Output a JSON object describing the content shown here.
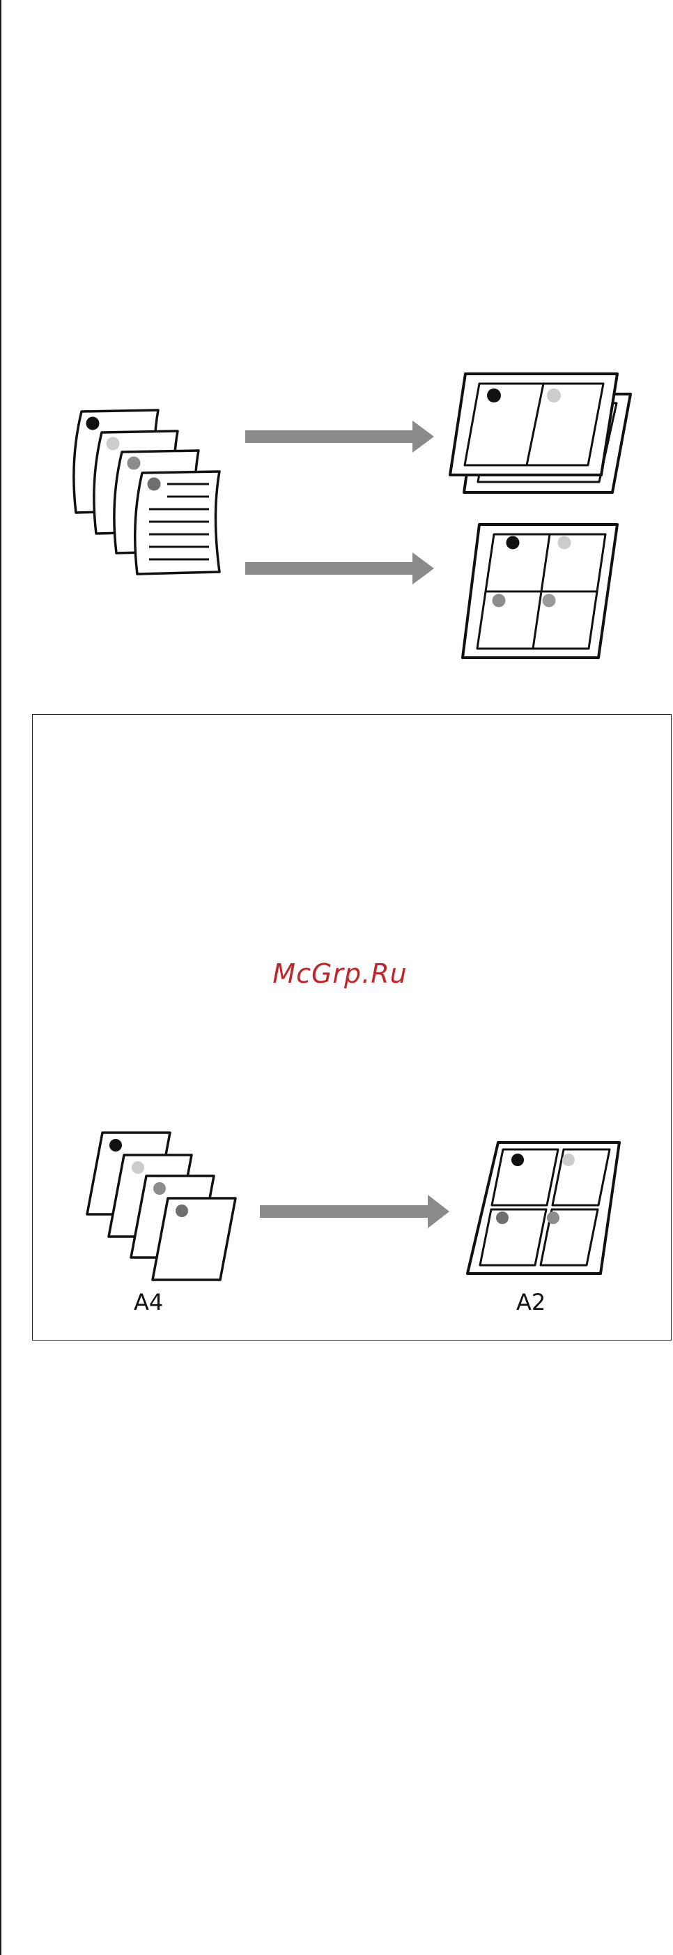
{
  "colors": {
    "ink": "#111111",
    "arrow": "#8a8a8a",
    "dot_black": "#111111",
    "dot_light": "#cccccc",
    "dot_gray": "#8c8c8c",
    "dot_dark_gray": "#6e6e6e",
    "watermark": "#c0272d"
  },
  "watermark": "McGrp.Ru",
  "bottom_figure": {
    "source_label": "A4",
    "result_label": "A2"
  }
}
